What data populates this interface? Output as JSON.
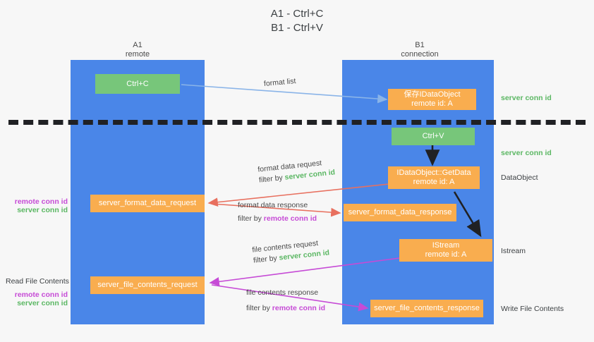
{
  "title": "A1 - Ctrl+C\nB1 - Ctrl+V",
  "columns": [
    {
      "name": "A1",
      "sub": "remote",
      "label": "A1\nremote"
    },
    {
      "name": "B1",
      "sub": "connection",
      "label": "B1\nconnection"
    }
  ],
  "nodes": {
    "ctrl_c": "Ctrl+C",
    "ctrl_v": "Ctrl+V",
    "idataobject_new": "保存IDataObject\nremote id: A",
    "idataobject_getdata": "IDataObject::GetData\nremote id: A",
    "istream": "IStream\nremote id: A",
    "server_format_data_request": "server_format_data_request",
    "server_format_data_response": "server_format_data_response",
    "server_file_contents_request": "server_file_contents_request",
    "server_file_contents_response": "server_file_contents_response"
  },
  "edge_labels": {
    "format_list": "format list",
    "format_data_request": "format data request",
    "format_data_request_filter_prefix": "filter by ",
    "format_data_request_filter_value": "server conn id",
    "format_data_response": "format data response",
    "format_data_response_filter_prefix": "filter by ",
    "format_data_response_filter_value": "remote conn id",
    "file_contents_request": "file contents request",
    "file_contents_request_filter_prefix": "filter by ",
    "file_contents_request_filter_value": "server conn id",
    "file_contents_response": "file contents response",
    "file_contents_response_filter_prefix": "filter by ",
    "file_contents_response_filter_value": "remote conn id"
  },
  "annotations": {
    "right_server_conn_id_top": "server conn id",
    "right_server_conn_id_mid": "server conn id",
    "right_dataobject": "DataObject",
    "right_istream": "Istream",
    "right_write_file_contents": "Write File Contents",
    "left_remote_conn_id_1": "remote conn id",
    "left_server_conn_id_1": "server conn id",
    "left_read_file_contents": "Read File Contents",
    "left_remote_conn_id_2": "remote conn id",
    "left_server_conn_id_2": "server conn id"
  },
  "colors": {
    "lane": "#4a86e8",
    "node_orange": "#f9ad4f",
    "node_green": "#77c67a",
    "server_conn_id": "#5bb763",
    "remote_conn_id": "#c64bd6",
    "background": "#f7f7f7",
    "dashed_line": "#202124",
    "arrow_blue": "#8ab4e8",
    "arrow_red": "#e8705f",
    "arrow_magenta": "#c64bd6",
    "arrow_dark": "#202124"
  }
}
